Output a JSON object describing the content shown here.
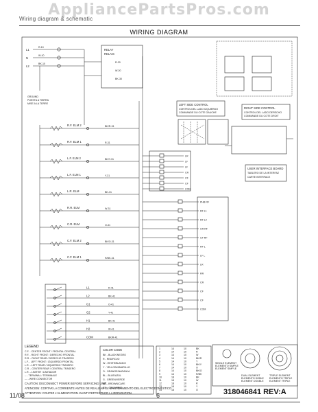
{
  "header": {
    "watermark": "AppliancePartsPros.com",
    "model_line": "Wiring diagram & schematic",
    "title": "WIRING DIAGRAM"
  },
  "supply": {
    "labels": [
      "L1",
      "N",
      "L2"
    ],
    "wire_tags": [
      "R-10",
      "W-10",
      "BK-10"
    ],
    "ground_text": [
      "GROUND",
      "PUESTA A TIERRA",
      "MISE A LA TERRE"
    ]
  },
  "relay": {
    "label": [
      "RELAY",
      "RELAIS"
    ],
    "tags": [
      "R-20",
      "W-20",
      "BK-30"
    ]
  },
  "elements": [
    {
      "name": "R.F. ELM 2",
      "tag": "BK/R-31"
    },
    {
      "name": "R.F. ELM 1",
      "tag": "R-31"
    },
    {
      "name": "L.F. ELM 2",
      "tag": "BK/Y-31"
    },
    {
      "name": "L.F. ELM 1",
      "tag": "Y-31"
    },
    {
      "name": "L.R. ELM",
      "tag": "BK-31"
    },
    {
      "name": "R.R. ELM",
      "tag": "W-31"
    },
    {
      "name": "C.R. ELM",
      "tag": "O-31"
    },
    {
      "name": "C.F. ELM 2",
      "tag": "BK/O-31"
    },
    {
      "name": "C.F. ELM 1",
      "tag": "R/BK-31"
    }
  ],
  "switches": [
    {
      "label": "L1",
      "tag": "R-41"
    },
    {
      "label": "L2",
      "tag": "BK-41"
    },
    {
      "label": "G1",
      "tag": "O-41"
    },
    {
      "label": "G2",
      "tag": "Y-41"
    },
    {
      "label": "H1",
      "tag": "BK-41"
    },
    {
      "label": "H2",
      "tag": "W-41"
    },
    {
      "label": "COM",
      "tag": "BK/R-41"
    }
  ],
  "left_control": {
    "title": [
      "LEFT SIDE CONTROL",
      "CONTROL DEL LADO IZQUIERDO",
      "COMMANDE DU COTE GAUCHE"
    ],
    "pins": [
      "LR",
      "LF",
      "LF",
      "CR",
      "CF",
      "CF",
      "COM"
    ]
  },
  "right_control": {
    "title": [
      "RIGHT SIDE CONTROL",
      "CONTROL DEL LADO DERECHO",
      "COMMANDE DU COTE DROIT"
    ]
  },
  "ui_board": {
    "title": [
      "USER INTERFACE BOARD",
      "TABLERO DE LA INTERFAZ",
      "CARTE INTERFACE"
    ],
    "pins": [
      "PHB RF",
      "RF L1",
      "RF L2",
      "CR RF",
      "CF RF",
      "RF L",
      "LF L",
      "LR",
      "RR",
      "CR",
      "CF",
      "CF",
      "COM"
    ]
  },
  "legend": {
    "title": "LEGEND",
    "items": [
      "C.F. - CENTER FRONT / FRONTAL CENTRAL",
      "R.F. - RIGHT FRONT / DERECHO FRONTAL",
      "R.R. - RIGHT REAR / DERECHO TRASERO",
      "L.F. - LEFT FRONT / IZQUIERDO FRONTAL",
      "L.R. - LEFT REAR / IZQUIERDO TRASERO",
      "C.R. - CENTER REAR / CENTRAL TRASERO",
      "L.R. - LIMITER / LIMITADOR",
      "-- - TERMINAL / TERMINALE",
      "--- - WIRE CONNECTOR"
    ]
  },
  "color_code": {
    "title": "COLOR CODE",
    "items": [
      "BK - BLACK/NEGRO",
      "R - RED/ROJO",
      "W - WHITE/BLANCO",
      "Y - YELLOW/AMARILLO",
      "O - ORANGE/NARANJA",
      "BL - BLUE/AZUL",
      "G - GREEN/VERDE",
      "BR - BROWN/CAFE",
      "GY - GRAY/GRIS"
    ]
  },
  "wire_table": {
    "rows": [
      [
        "1",
        "14",
        "10",
        "BK"
      ],
      [
        "2",
        "14",
        "10",
        "R"
      ],
      [
        "3",
        "14",
        "10",
        "W"
      ],
      [
        "4",
        "14",
        "10",
        "BK/R"
      ],
      [
        "5",
        "14",
        "10",
        "Y"
      ],
      [
        "6",
        "14",
        "10",
        "BK/Y"
      ],
      [
        "7",
        "14",
        "10",
        "O"
      ],
      [
        "8",
        "14",
        "10",
        "BK/O"
      ],
      [
        "9",
        "14",
        "10",
        "R/BK"
      ],
      [
        "10",
        "18",
        "10",
        "BK"
      ],
      [
        "11",
        "18",
        "10",
        "W"
      ],
      [
        "12",
        "18",
        "10",
        "R"
      ],
      [
        "13",
        "18",
        "10",
        "Y"
      ],
      [
        "14",
        "18",
        "10",
        "O"
      ]
    ]
  },
  "burners": [
    {
      "label": [
        "DUAL ELEMENT",
        "ELEMENTO DOBLE",
        "ELEMENT DOUBLE"
      ]
    },
    {
      "label": [
        "TRIPLE ELEMENT",
        "ELEMENTO TRIPLE",
        "ELEMENT TRIPLE"
      ]
    },
    {
      "label": [
        "SINGLE ELEMENT",
        "ELEMENTO SIMPLE",
        "ELEMENT SIMPLE"
      ]
    }
  ],
  "cautions": [
    "CAUTION: DISCONNECT POWER BEFORE SERVICING UNIT.",
    "ATENCION: CORTAR LA CORRIENTE ANTES DE REALIZAR EL MANTENIMIENTO DEL ELECTRODOMESTICO.",
    "ATTENTION: COUPEZ L'ALIMENTATION AVANT D'EFFECTUER LA REPARATION."
  ],
  "part_number": "318046841 REV:A",
  "footer": {
    "date": "11/08",
    "page": "6"
  }
}
